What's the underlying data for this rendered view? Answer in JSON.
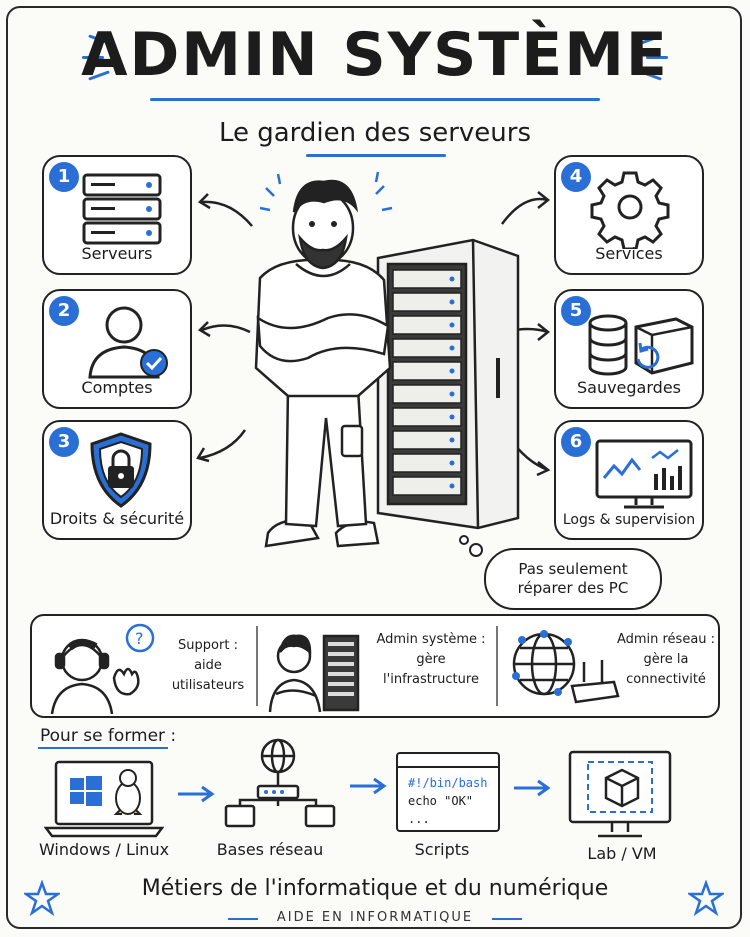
{
  "header": {
    "title": "ADMIN SYSTÈME",
    "subtitle": "Le gardien des serveurs"
  },
  "cards_left": [
    {
      "number": "1",
      "label": "Serveurs",
      "icon": "server-stack-icon"
    },
    {
      "number": "2",
      "label": "Comptes",
      "icon": "user-account-icon"
    },
    {
      "number": "3",
      "label": "Droits & sécurité",
      "icon": "shield-lock-icon"
    }
  ],
  "cards_right": [
    {
      "number": "4",
      "label": "Services",
      "icon": "gear-icon"
    },
    {
      "number": "5",
      "label": "Sauvegardes",
      "icon": "database-backup-icon"
    },
    {
      "number": "6",
      "label": "Logs & supervision",
      "icon": "monitor-chart-icon"
    }
  ],
  "bubble": {
    "line1": "Pas seulement",
    "line2": "réparer des PC"
  },
  "roles": [
    {
      "lines": [
        "Support :",
        "aide utilisateurs"
      ],
      "icon": "support-headset-icon"
    },
    {
      "lines": [
        "Admin système :",
        "gère",
        "l'infrastructure"
      ],
      "icon": "sysadmin-server-icon"
    },
    {
      "lines": [
        "Admin réseau :",
        "gère la",
        "connectivité"
      ],
      "icon": "network-globe-router-icon"
    }
  ],
  "training": {
    "title": "Pour se former :",
    "steps": [
      {
        "label": "Windows / Linux",
        "icon": "laptop-os-icon"
      },
      {
        "label": "Bases réseau",
        "icon": "network-topology-icon"
      },
      {
        "label": "Scripts",
        "icon": "terminal-script-icon",
        "code": [
          "#!/bin/bash",
          "echo \"OK\"",
          "..."
        ]
      },
      {
        "label": "Lab / VM",
        "icon": "virtual-machine-icon"
      }
    ]
  },
  "footer": {
    "main": "Métiers de l'informatique et du numérique",
    "sub": "AIDE EN INFORMATIQUE"
  },
  "colors": {
    "accent": "#2a6fd6",
    "ink": "#222222",
    "paper": "#fbfbf8"
  }
}
